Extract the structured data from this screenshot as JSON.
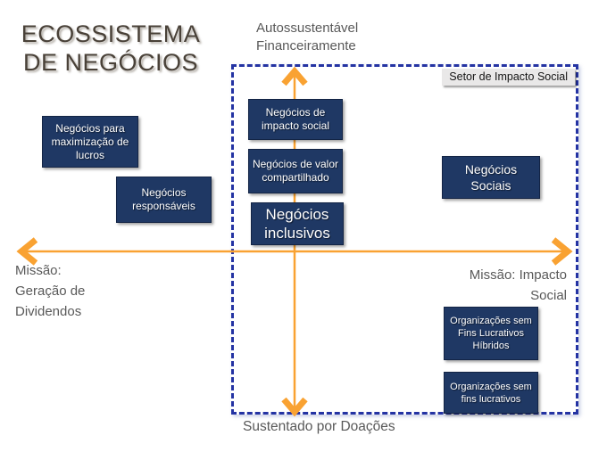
{
  "colors": {
    "axis": "#F9A232",
    "box_fill": "#1F3864",
    "dashed_border": "#2433A3",
    "label_gray": "#595959",
    "title": "#494138"
  },
  "title": {
    "text": "ECOSSISTEMA\nDE NEGÓCIOS"
  },
  "axes": {
    "top_label": "Autossustentável\nFinanceiramente",
    "bottom_label": "Sustentado por Doações",
    "left_label": "Missão:\nGeração de\nDividendos",
    "right_label": "Missão: Impacto\nSocial"
  },
  "sector": {
    "label": "Setor de Impacto Social"
  },
  "boxes": [
    {
      "name": "negocios-maximizacao-lucros",
      "label": "Negócios para\nmaximização de\nlucros"
    },
    {
      "name": "negocios-responsaveis",
      "label": "Negócios\nresponsáveis"
    },
    {
      "name": "negocios-impacto-social",
      "label": "Negócios de\nimpacto social"
    },
    {
      "name": "negocios-valor-compartilhado",
      "label": "Negócios de valor\ncompartilhado"
    },
    {
      "name": "negocios-inclusivos",
      "label": "Negócios\ninclusivos"
    },
    {
      "name": "negocios-sociais",
      "label": "Negócios\nSociais"
    },
    {
      "name": "organizacoes-sem-fins-lucrativos-hibridos",
      "label": "Organizações sem\nFins Lucrativos\nHíbridos"
    },
    {
      "name": "organizacoes-sem-fins-lucrativos",
      "label": "Organizações sem\nfins lucrativos"
    }
  ]
}
